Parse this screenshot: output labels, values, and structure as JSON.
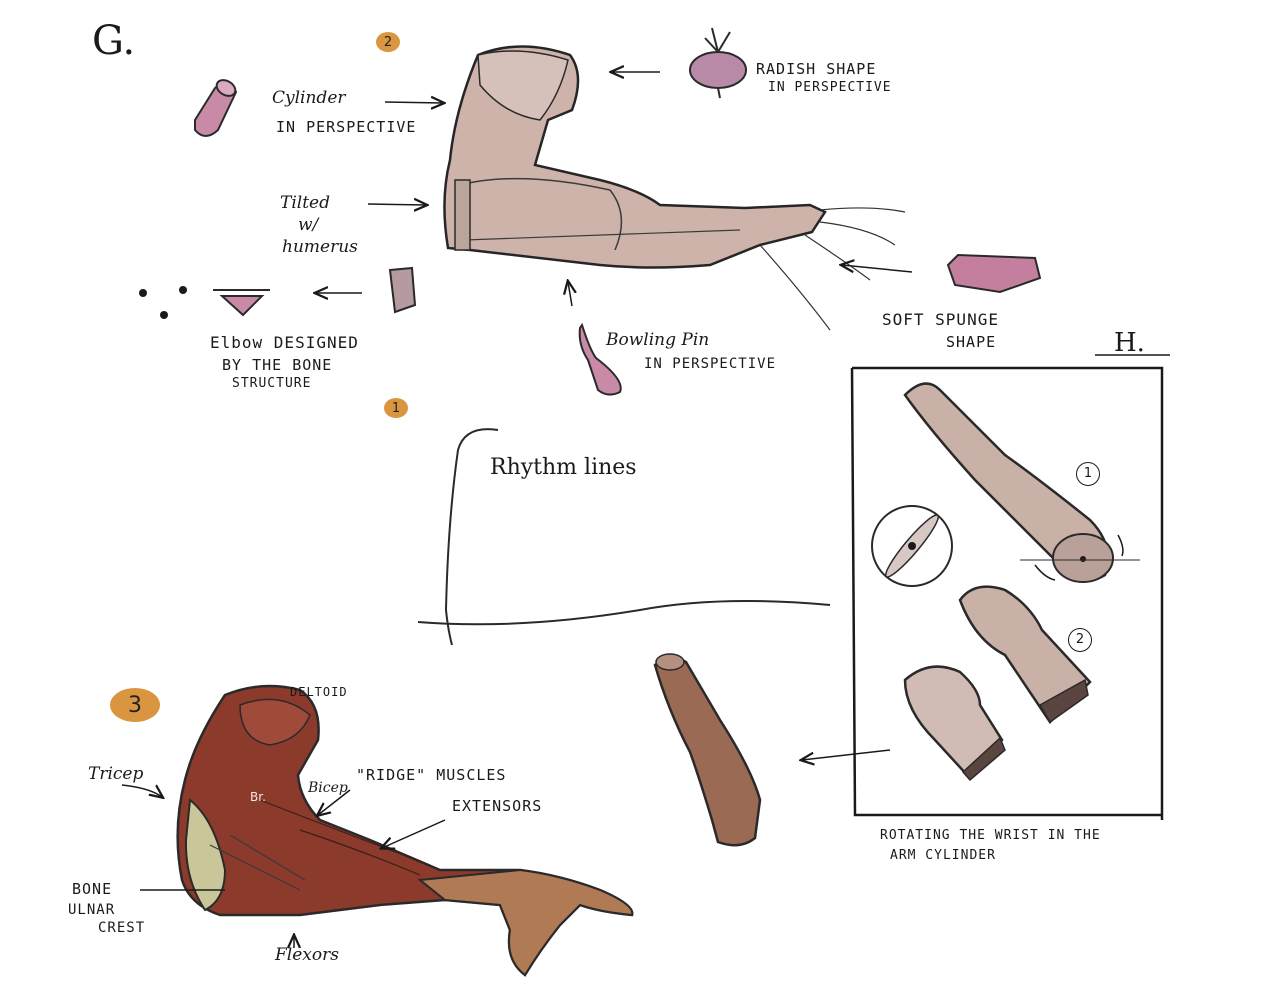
{
  "section_g": {
    "letter": "G.",
    "badges": {
      "two": "2",
      "one": "1",
      "three": "3"
    },
    "labels": {
      "cylinder_line1": "Cylinder",
      "cylinder_line2": "IN PERSPECTIVE",
      "radish_line1": "RADISH SHAPE",
      "radish_line2": "IN PERSPECTIVE",
      "tilted_line1": "Tilted",
      "tilted_line2": "w/",
      "tilted_line3": "humerus",
      "sponge_line1": "SOFT SPUNGE",
      "sponge_line2": "SHAPE",
      "elbow_line1": "Elbow DESIGNED",
      "elbow_line2": "BY THE BONE",
      "elbow_line3": "STRUCTURE",
      "bowling_line1": "Bowling Pin",
      "bowling_line2": "IN PERSPECTIVE",
      "rhythm": "Rhythm lines"
    }
  },
  "section_h": {
    "letter": "H.",
    "num_one": "1",
    "num_two": "2",
    "caption_line1": "ROTATING THE WRIST IN THE",
    "caption_line2": "ARM CYLINDER"
  },
  "section_3": {
    "labels": {
      "deltoid": "DELTOID",
      "tricep": "Tricep",
      "bicep": "Bicep",
      "br": "Br.",
      "ridge": "\"RIDGE\" MUSCLES",
      "extensors": "EXTENSORS",
      "bone": "BONE",
      "ulnar": "ULNAR",
      "crest": "CREST",
      "flexors": "Flexors"
    }
  },
  "colors": {
    "badge": "#d9953f",
    "pink_shape": "#c98aa8",
    "arm_skin": "#c9b1a8",
    "muscle": "#8b3a2c",
    "bone_green": "#c9c79a",
    "ink": "#1a1a1a"
  }
}
